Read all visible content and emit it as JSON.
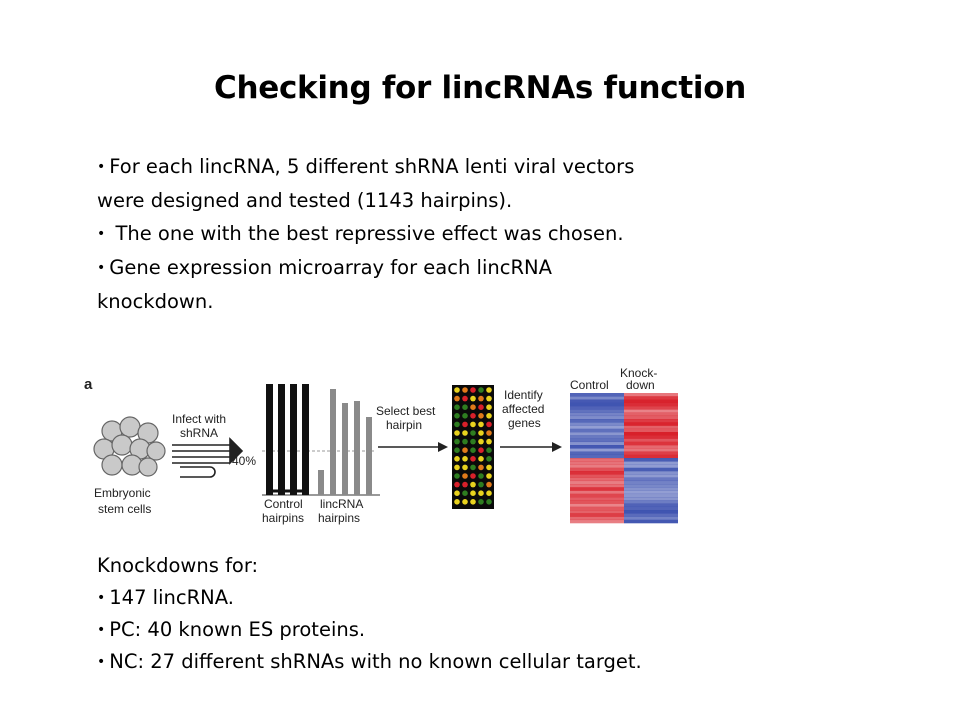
{
  "title": "Checking for lincRNAs function",
  "bullets": [
    "For each lincRNA, 5 different shRNA lenti viral vectors were designed and tested (1143 hairpins).",
    " The one with the best repressive effect was chosen.",
    "Gene expression microarray for each lincRNA knockdown."
  ],
  "figure": {
    "panel_label": "a",
    "cells_label_1": "Embryonic",
    "cells_label_2": "stem cells",
    "infect_label_1": "Infect with",
    "infect_label_2": "shRNA",
    "threshold_label": "40%",
    "control_label_1": "Control",
    "control_label_2": "hairpins",
    "lincrna_label_1": "lincRNA",
    "lincrna_label_2": "hairpins",
    "select_label_1": "Select best",
    "select_label_2": "hairpin",
    "identify_label_1": "Identify",
    "identify_label_2": "affected",
    "identify_label_3": "genes",
    "heatmap_control_label": "Control",
    "heatmap_knock_label_1": "Knock-",
    "heatmap_knock_label_2": "down",
    "colors": {
      "black_bar": "#111111",
      "grey_bar": "#8a8a8a",
      "red": "#d8202a",
      "blue": "#3a4fae",
      "green": "#2e7d20",
      "yellow": "#e8d21e"
    }
  },
  "lower": {
    "heading": "Knockdowns for:",
    "items": [
      "147 lincRNA.",
      "PC: 40 known ES proteins.",
      "NC: 27 different shRNAs with no known cellular target."
    ]
  }
}
